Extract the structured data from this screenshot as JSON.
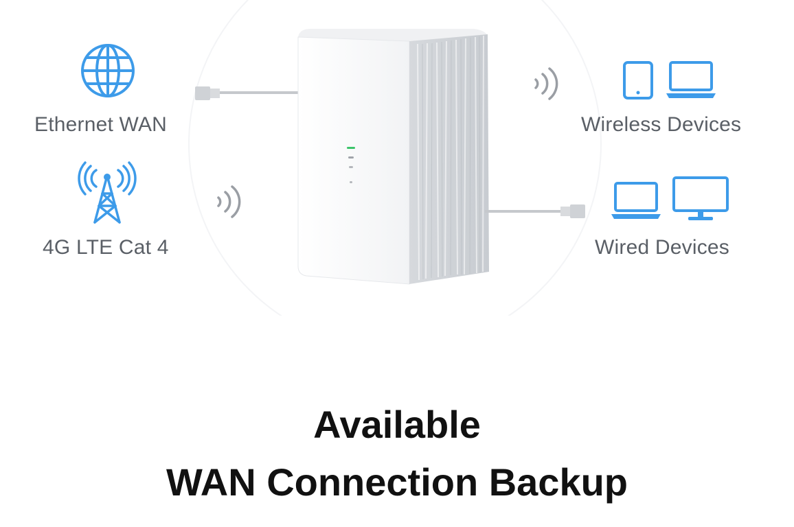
{
  "labels": {
    "ethernet_wan": "Ethernet WAN",
    "lte": "4G LTE Cat 4",
    "wireless_devices": "Wireless Devices",
    "wired_devices": "Wired Devices"
  },
  "headline": {
    "line1": "Available",
    "line2": "WAN Connection Backup"
  },
  "icons": {
    "wan": "globe-icon",
    "lte": "cell-tower-icon",
    "wireless": [
      "tablet-icon",
      "laptop-icon"
    ],
    "wired": [
      "laptop-icon",
      "monitor-icon"
    ],
    "signal": "wifi-waves-icon"
  },
  "colors": {
    "icon_blue": "#3d9be9",
    "label_gray": "#5a5f66",
    "headline": "#111111",
    "led_green": "#3cc46a"
  }
}
